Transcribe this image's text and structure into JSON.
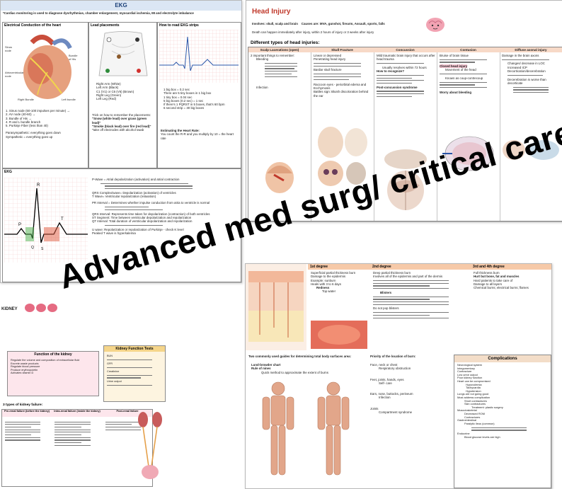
{
  "overlay": {
    "line1": "Advanced med surg/ critical care"
  },
  "ekg_sheet": {
    "title": "EKG",
    "subtitle": "*Cardiac monitoring is used to diagnose dysrhythmias, chamber enlargement, myocardial ischemia, MI and electrolyte imbalance",
    "section_conduction": "Electrical Conduction of the heart",
    "section_leads": "Lead placements",
    "section_strips": "How to read EKG strips",
    "section_estimating": "Estimating the Heart Rate:",
    "section_waves": "EKG",
    "conduction_items": [
      "1.  Sinus node (60-100 impulses per minute) →",
      "2.  AV node (40-60) →",
      "3.  Bundle of His →",
      "4.  R and L bundle branch",
      "5.  Purkinje Fiber (less than 40)"
    ],
    "para_note": "Parasympathetic: everything goes down",
    "sym_note": "Sympathetic = everything goes up",
    "lead_items": [
      "Right Arm (White)",
      "Left Arm (Black)",
      "C1 (V1) or C6 (V6) (Brown)",
      "Right Leg (Green)",
      "Left Leg (Red)"
    ],
    "lead_trick": "Trick on how to remember the placements:",
    "lead_trick_1": "\"Snow (white lead) over grass (green lead)\"",
    "lead_trick_2": "\"Smoke (black lead) over fire (red lead)\"",
    "lead_trick_3": "*take off electrodes with alcohol swab",
    "strip_items": [
      "1 big box = 0.2 sec",
      "There are 5 tiny boxes in 1 big box",
      "1 tiny box = 0.04 sec",
      "5 big boxes (0.2 sec) = 1 sec",
      "If there's 1 PQRST in 5 boxes, that's 60 bpm",
      "6 second strip = 30 big boxes"
    ],
    "estimating_text": "You count the R-R and you multiply by 10 = the heart rate",
    "wave_items": [
      "P-Wave = Atrial depolarization (activation) and atrial contraction",
      "QRS Complex/wave= Depolarization (activation) of ventricles",
      "T Wave= Ventricular repolarization (relaxation)",
      "PR Interval = Determines whether impulse conduction from atria to ventricle is normal",
      "QRS Interval: Represents time taken for depolarization (contraction) of both ventricles",
      "ST Segment: Time between ventricular depolarization and repolarization",
      "QT Interval: Total duration of ventricular depolarization and repolarization",
      "U wave: Repolarization or repolarization of Purkinje - check K level",
      "Peaked T wave is hyperkalemia"
    ]
  },
  "head_sheet": {
    "title": "Head Injury",
    "involves": "Involves: skull, scalp and brain",
    "causes": "Causes are: MVA, gunshot, firearm, Assault, sports, falls",
    "death": "Death can happen immediately after injury, within 2 hours of injury or 3 weeks after injury",
    "types_title": "Different types of head injuries:",
    "columns": [
      "Scalp Lacerations (open)",
      "Skull Fracture",
      "Concussion",
      "Contusion",
      "Diffuse axonal injury"
    ],
    "scalp_text": "2 important things to remember:",
    "scalp_items": [
      "Bleeding",
      "Infection"
    ],
    "skull_items": [
      "Linear or depressed",
      "Penetrating head injury",
      "Basilar skull fracture"
    ],
    "skull_signs": [
      "Raccoon eyes - periorbital edema and Ecchymosis",
      "Battles sign: Bluish discoloration behind the ear"
    ],
    "conc_text": "Mild traumatic brain injury that occurs after head trauma",
    "conc_items": [
      "Usually resolves within 72 hours",
      "How to recognize?",
      "Post-concussion syndrome"
    ],
    "contusion_text": "Bruise of brain tissue",
    "contusion_items": [
      "Closed head injury",
      "Movement of the head",
      "Known as coup-contrecoup",
      "Worry about bleeding"
    ],
    "dai_text": "Damage in the brain axons",
    "dai_items": [
      "Changes/ decrease in LOC",
      "Increased ICP",
      "Decortication/decerebration",
      "Decerebration is worse than decorticate"
    ]
  },
  "burn_sheet": {
    "degrees": [
      "1st degree",
      "2nd degree",
      "3rd and 4th degree"
    ],
    "first_items": [
      "Superficial partial thickness burn",
      "Damage to the epidermis",
      "Example: sunburn",
      "Heals with 3 to 6 days",
      "Redness",
      "Top water"
    ],
    "second_items": [
      "Deep partial thickness burn",
      "Involves all of the epidermis and part of the dermis",
      "Blisters",
      "Do not pop blisters"
    ],
    "third_items": [
      "Full thickness burn",
      "Hurt but bone, fat and muscles",
      "Hard patients to take care of",
      "Damage to all layers",
      "Chemical burns; electrical burns; flames"
    ],
    "guides_title": "Two commonly used guides for determining total body surfaces area:",
    "guides": [
      "Lund-browder chart",
      "Rule of nines"
    ],
    "guide_sub": "Quick method to approximate the extent of burns",
    "priority_title": "Priority of the location of burn:",
    "priorities": [
      "Face, neck or chest",
      "Feet, joints, hands, eyes",
      "Ears, nose, buttocks, perineum",
      "Joints"
    ],
    "priority_notes": [
      "Respiratory obstruction",
      "Self- care",
      "Infection",
      "Compartment syndrome"
    ],
    "complications_title": "Complications",
    "complications": [
      "Neurological system",
      "Integumentary",
      "Contracture",
      "Low urine output",
      "Poor kidney function",
      "Heart can be compromised",
      "Hypovolemia",
      "Tachycardia",
      "Hypotension",
      "Lungs are not going good",
      "Must address complication",
      "Short contractures",
      "Skin contractures",
      "Treatment: plastic surgery",
      "Musculoskeletal",
      "Decreased ROM",
      "Contractures",
      "Gastrointestinal",
      "Paralytic ileus (common)",
      "Endocrine",
      "Blood glucose levels are high"
    ]
  },
  "kidney_sheet": {
    "title": "KIDNEY",
    "function_title": "Function of the kidney",
    "function_items": [
      "Regulate the volume and composition of extracellular fluid",
      "Excrete waste products",
      "Regulate blood pressure",
      "Produce erythropoietin",
      "Activates vitamin D"
    ],
    "flow_title": "Kidney Function Tests",
    "flow_items": [
      "BUN",
      "GFR",
      "Creatinine",
      "Urine output"
    ],
    "failure_title": "3 types of kidney failure:",
    "failure_columns": [
      "Pre-renal failure (before the kidney)",
      "Intra-renal failure (inside the kidney)",
      "Post-renal failure"
    ]
  },
  "colors": {
    "header_blue": "#dbe6f4",
    "title_blue": "#1a3f77",
    "head_title": "#c0392b",
    "burn_header": "#f6c9a8",
    "kidney_pink": "#fde6ec"
  }
}
